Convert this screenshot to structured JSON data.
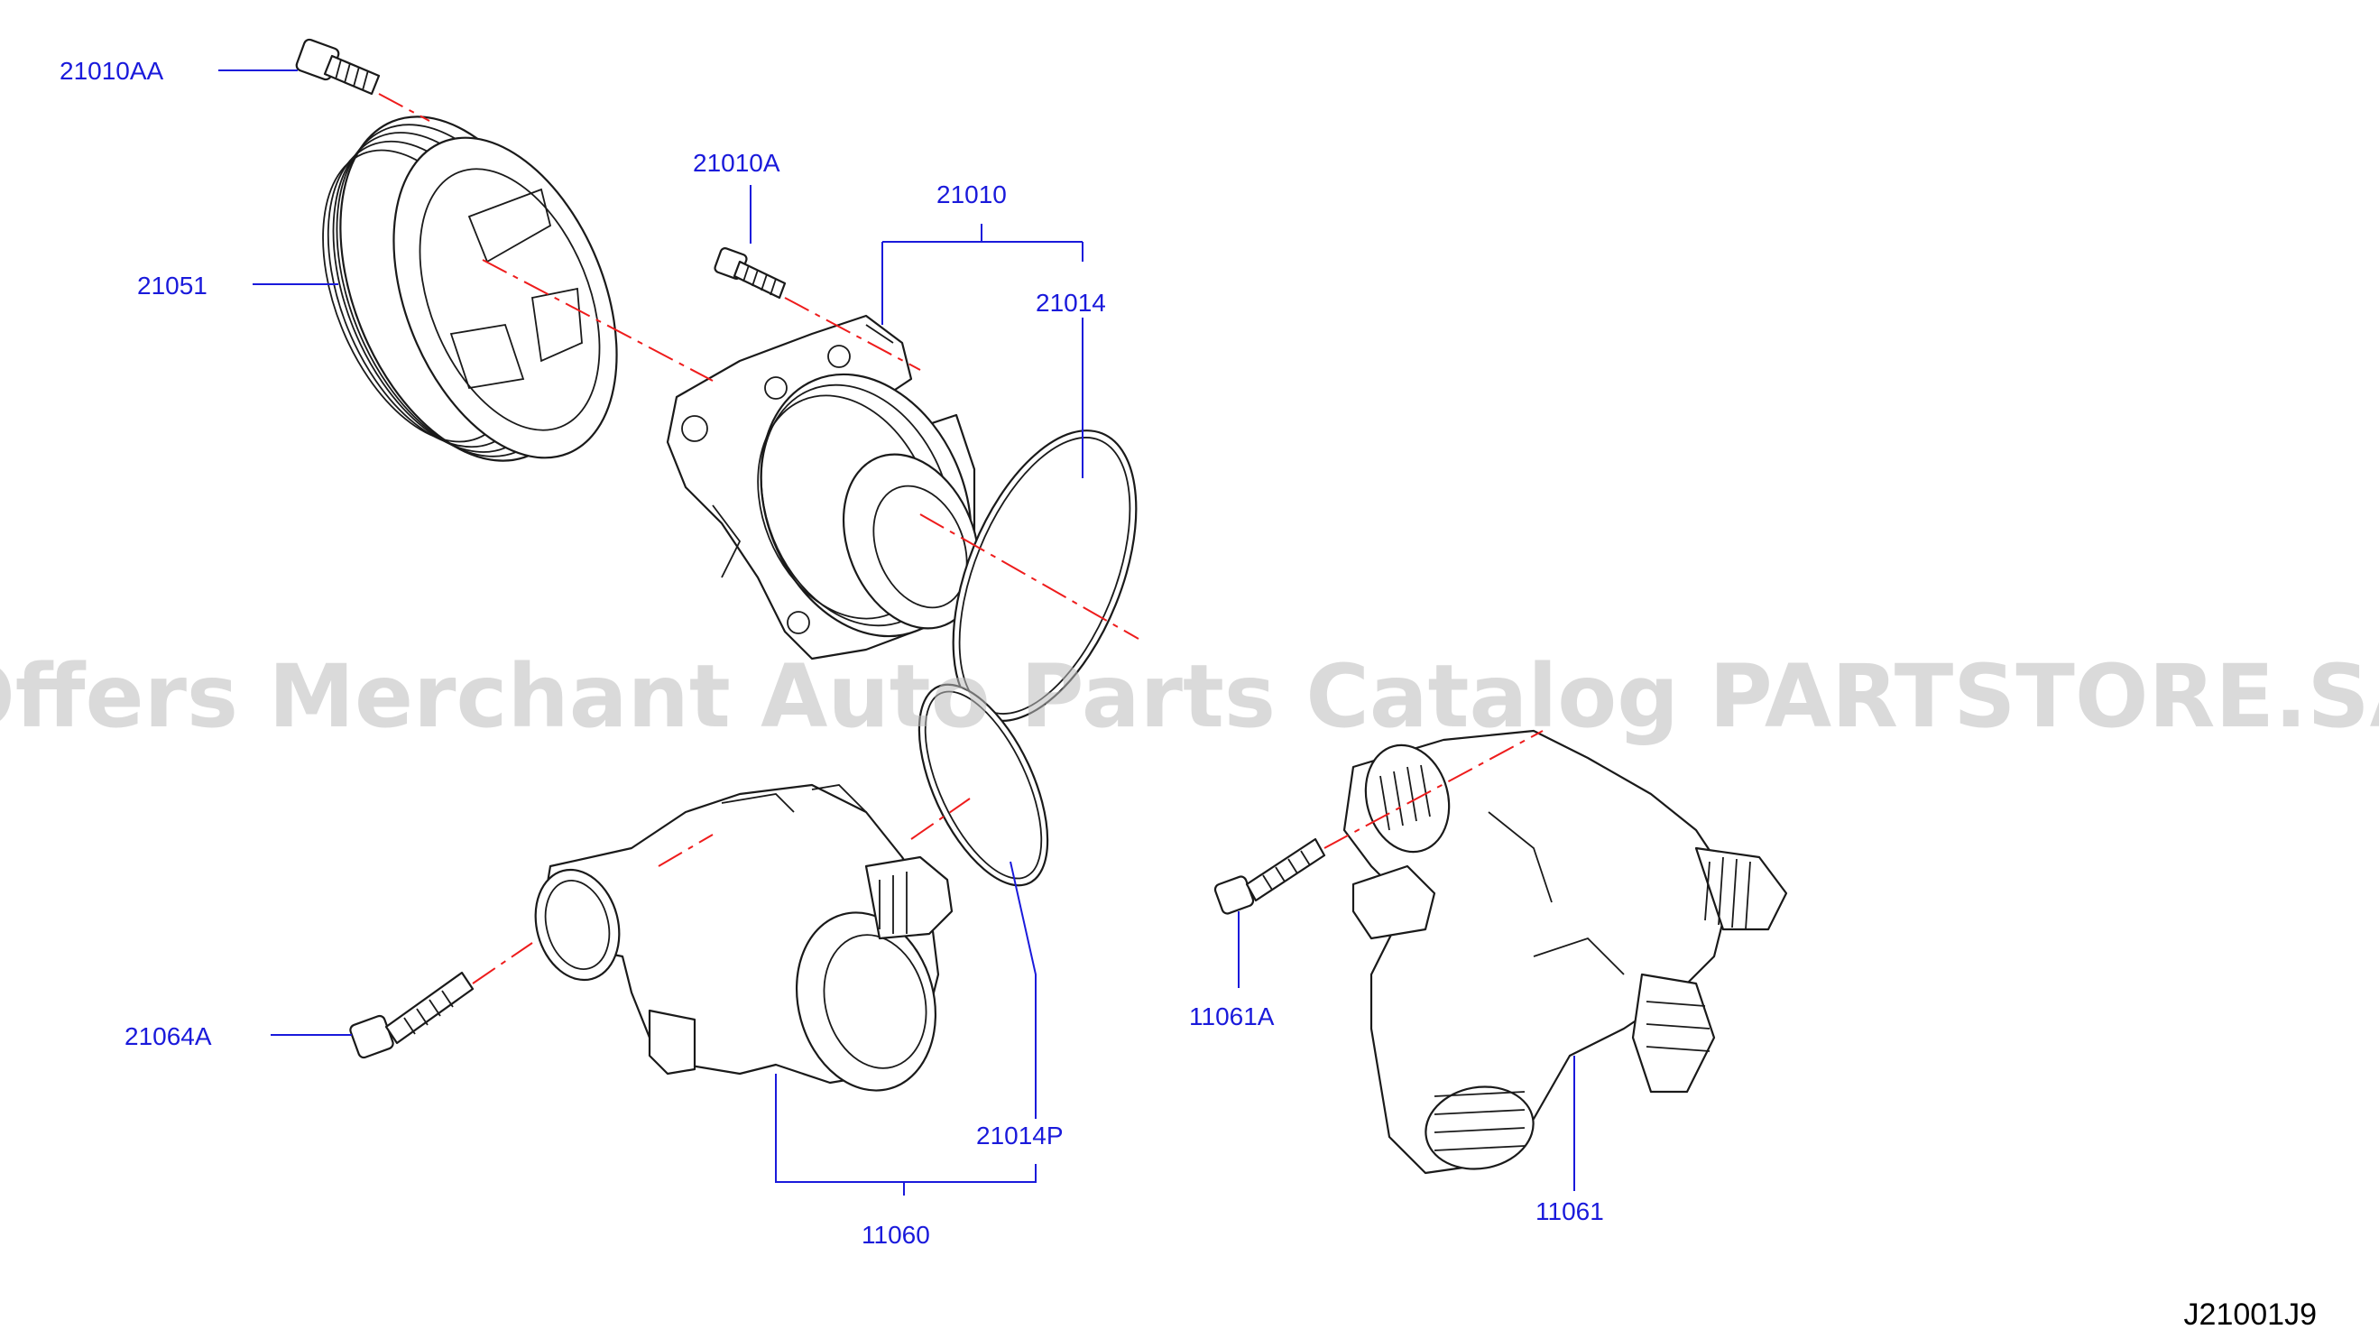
{
  "diagram": {
    "code": "J21001J9",
    "watermark": "Offers Merchant Auto Parts Catalog PARTSTORE.SA",
    "labels": {
      "p21010AA": "21010AA",
      "p21051": "21051",
      "p21010A": "21010A",
      "p21010": "21010",
      "p21014": "21014",
      "p21064A": "21064A",
      "p21014P": "21014P",
      "p11060": "11060",
      "p11061A": "11061A",
      "p11061": "11061"
    }
  }
}
